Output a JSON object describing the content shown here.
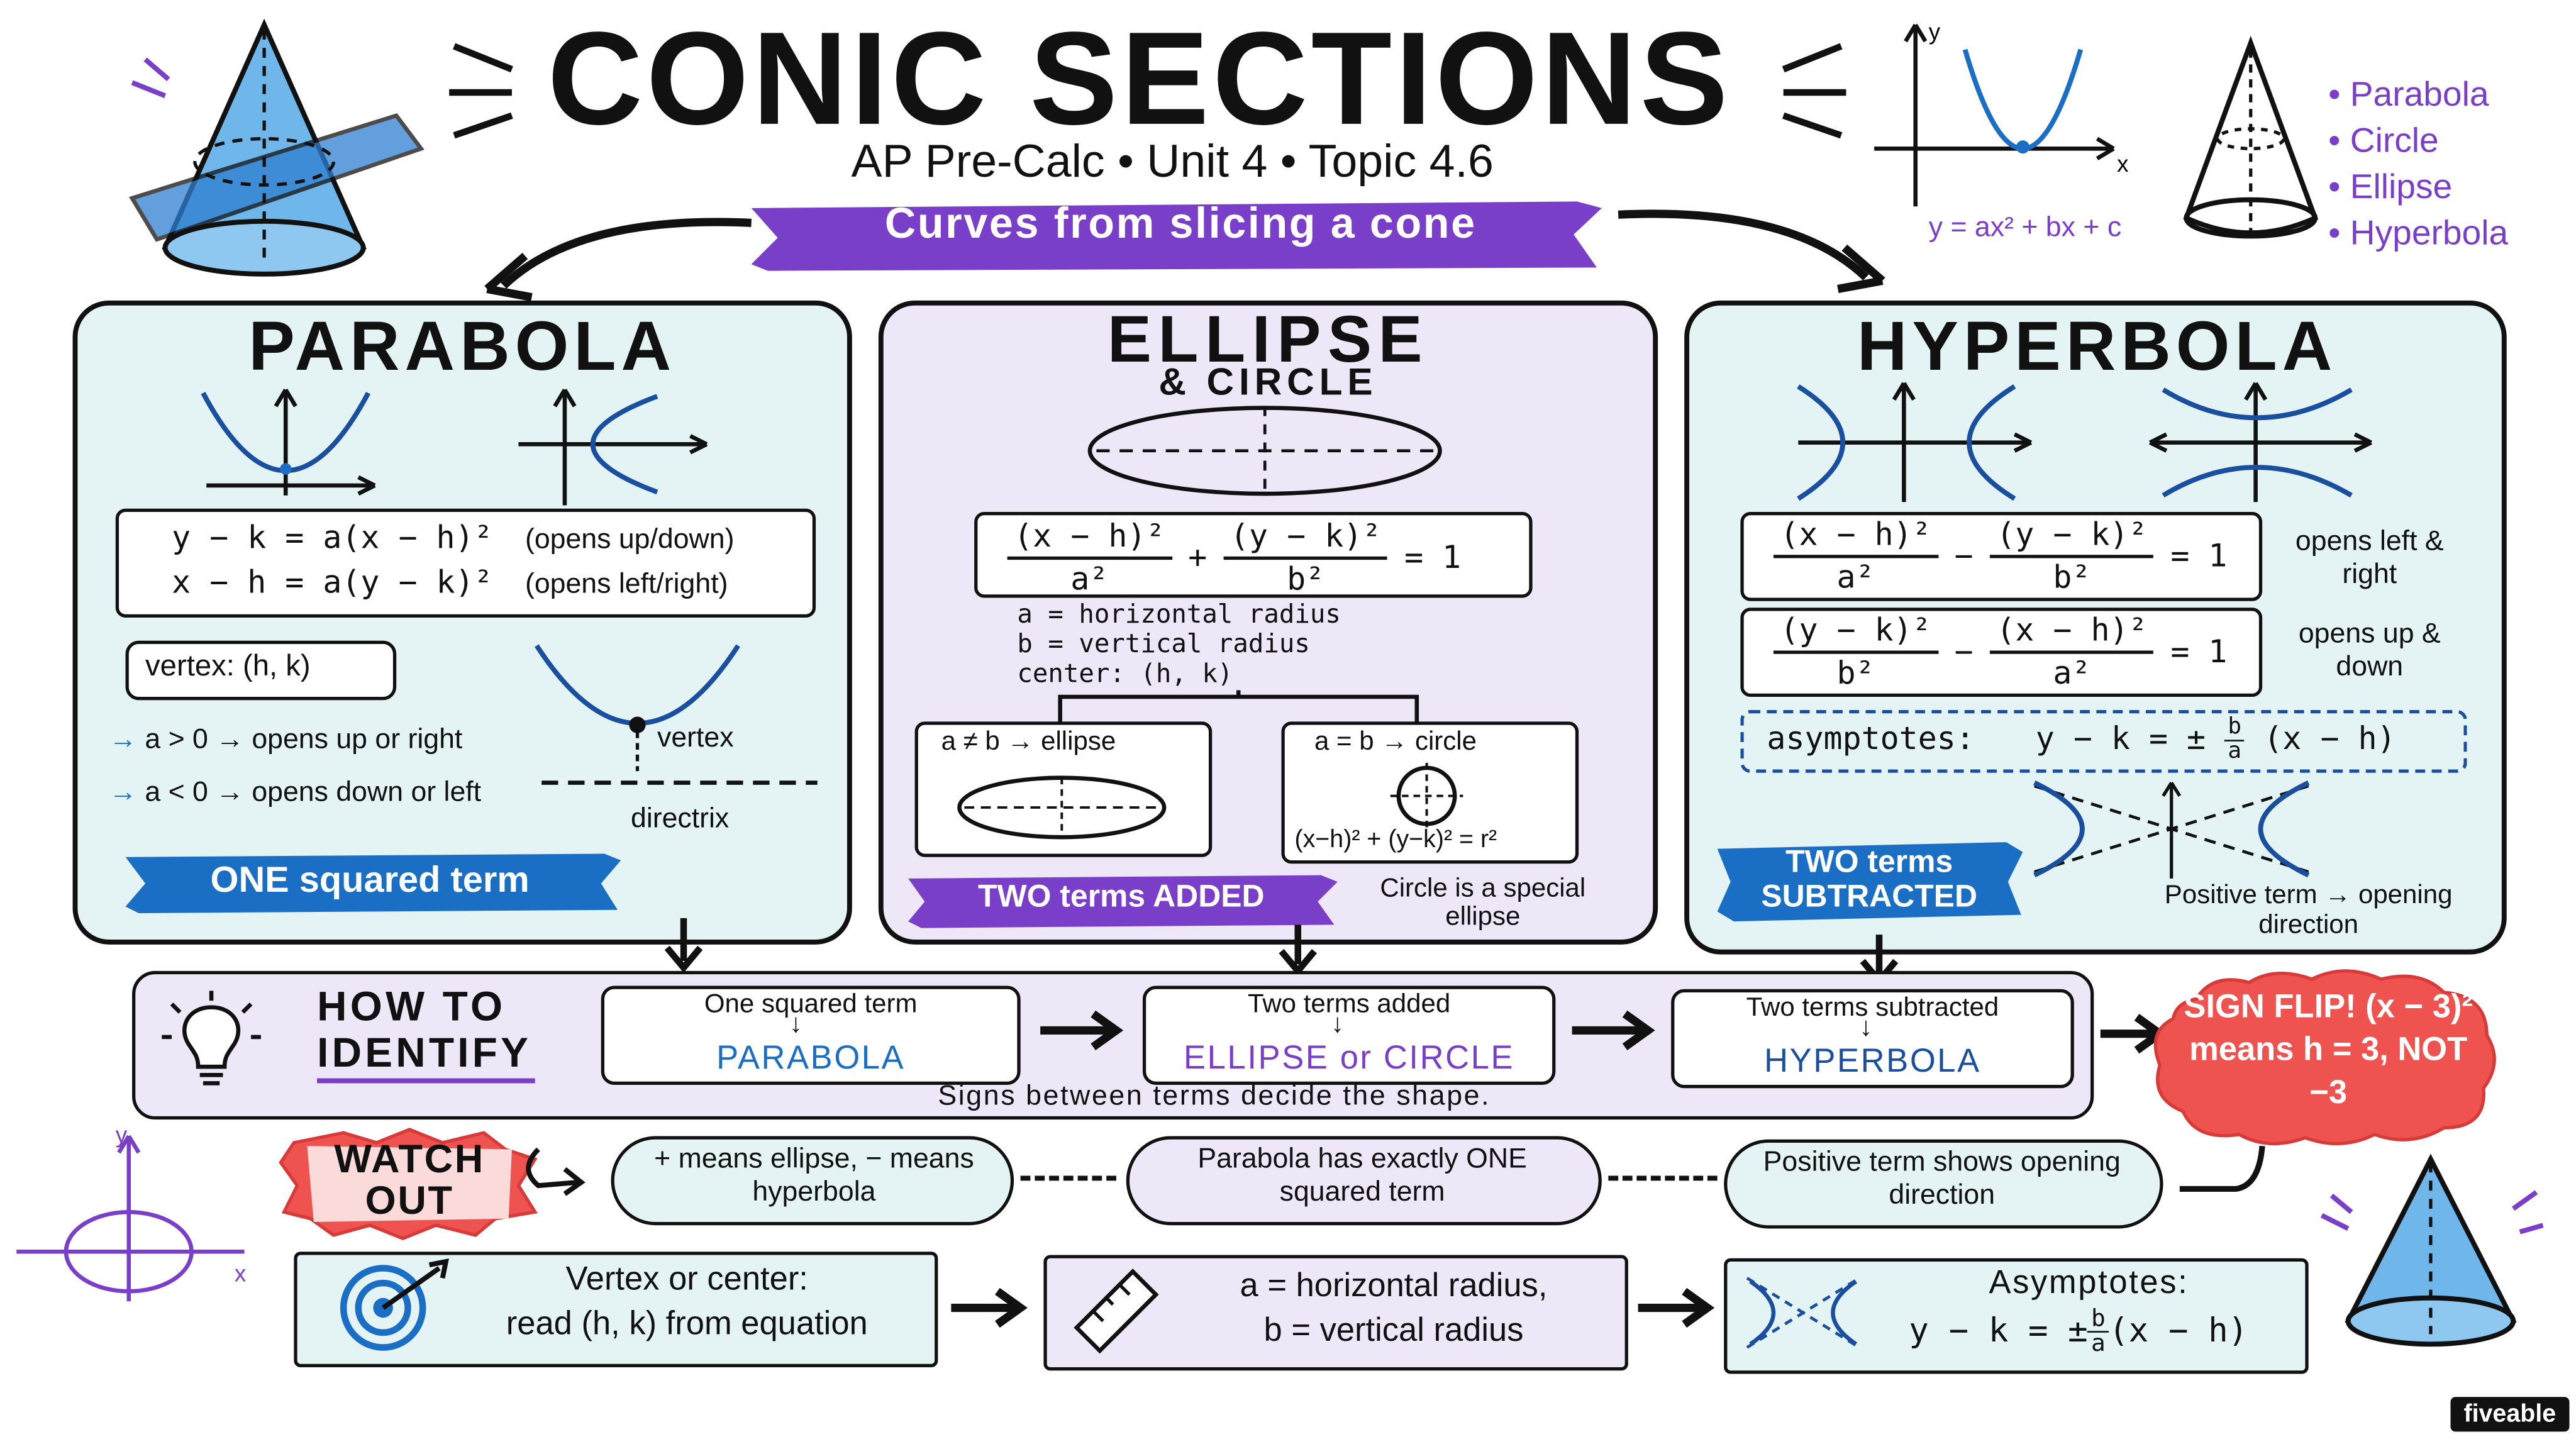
{
  "header": {
    "title": "CONIC SECTIONS",
    "subtitle": "AP Pre-Calc • Unit 4 • Topic 4.6",
    "banner": "Curves from slicing a cone",
    "formula_corner": "y = ax² + bx + c",
    "legend": [
      "• Parabola",
      "• Circle",
      "• Ellipse",
      "• Hyperbola"
    ]
  },
  "parabola": {
    "title": "PARABOLA",
    "eq1": "y − k = a(x − h)²",
    "eq1_note": "(opens up/down)",
    "eq2": "x − h = a(y − k)²",
    "eq2_note": "(opens left/right)",
    "vertex": "vertex: (h, k)",
    "rule1": "a > 0 → opens up or right",
    "rule2": "a < 0 → opens down or left",
    "vertex_label": "vertex",
    "directrix_label": "directrix",
    "tag": "ONE squared term"
  },
  "ellipse": {
    "title": "ELLIPSE",
    "subtitle": "& CIRCLE",
    "eq_num1": "(x − h)²",
    "eq_den1": "a²",
    "eq_op": "+",
    "eq_num2": "(y − k)²",
    "eq_den2": "b²",
    "eq_rhs": "= 1",
    "def_a": "a = horizontal radius",
    "def_b": "b = vertical radius",
    "def_center": "center: (h, k)",
    "case1": "a ≠ b → ellipse",
    "case2": "a = b → circle",
    "circle_eq": "(x−h)² + (y−k)² = r²",
    "tag": "TWO terms ADDED",
    "note": "Circle is a special ellipse"
  },
  "hyperbola": {
    "title": "HYPERBOLA",
    "eq1_num1": "(x − h)²",
    "eq1_den1": "a²",
    "eq1_op": "−",
    "eq1_num2": "(y − k)²",
    "eq1_den2": "b²",
    "eq1_rhs": "= 1",
    "eq1_note": "opens left & right",
    "eq2_num1": "(y − k)²",
    "eq2_den1": "b²",
    "eq2_op": "−",
    "eq2_num2": "(x − h)²",
    "eq2_den2": "a²",
    "eq2_rhs": "= 1",
    "eq2_note": "opens up & down",
    "asym_label": "asymptotes:",
    "asym_lhs": "y − k = ±",
    "asym_b": "b",
    "asym_a": "a",
    "asym_rhs": "(x − h)",
    "tag": "TWO terms SUBTRACTED",
    "note": "Positive term → opening direction"
  },
  "identify": {
    "title1": "HOW TO",
    "title2": "IDENTIFY",
    "step1_top": "One squared term",
    "step1_result": "PARABOLA",
    "step2_top": "Two terms added",
    "step2_result": "ELLIPSE or CIRCLE",
    "step3_top": "Two terms subtracted",
    "step3_result": "HYPERBOLA",
    "footer": "Signs between terms decide the shape.",
    "signflip": "SIGN FLIP! (x − 3)² means h = 3, NOT −3"
  },
  "watch": {
    "label": "WATCH OUT",
    "tip1": "+ means ellipse, − means hyperbola",
    "tip2": "Parabola has exactly ONE squared term",
    "tip3": "Positive term shows opening direction"
  },
  "bottom": {
    "card1_l1": "Vertex or center:",
    "card1_l2": "read (h, k) from equation",
    "card2_l1": "a = horizontal radius,",
    "card2_l2": "b = vertical radius",
    "card3_l1": "Asymptotes:",
    "card3_lhs": "y − k = ±",
    "card3_b": "b",
    "card3_a": "a",
    "card3_rhs": "(x − h)"
  },
  "brand": "fiveable",
  "colors": {
    "blue": "#1a6fc4",
    "light_blue_bg": "#e4f3f4",
    "purple": "#7a3fc9",
    "light_purple_bg": "#ede7f8",
    "red": "#ef5350",
    "cone_blue": "#5aa9e6"
  }
}
